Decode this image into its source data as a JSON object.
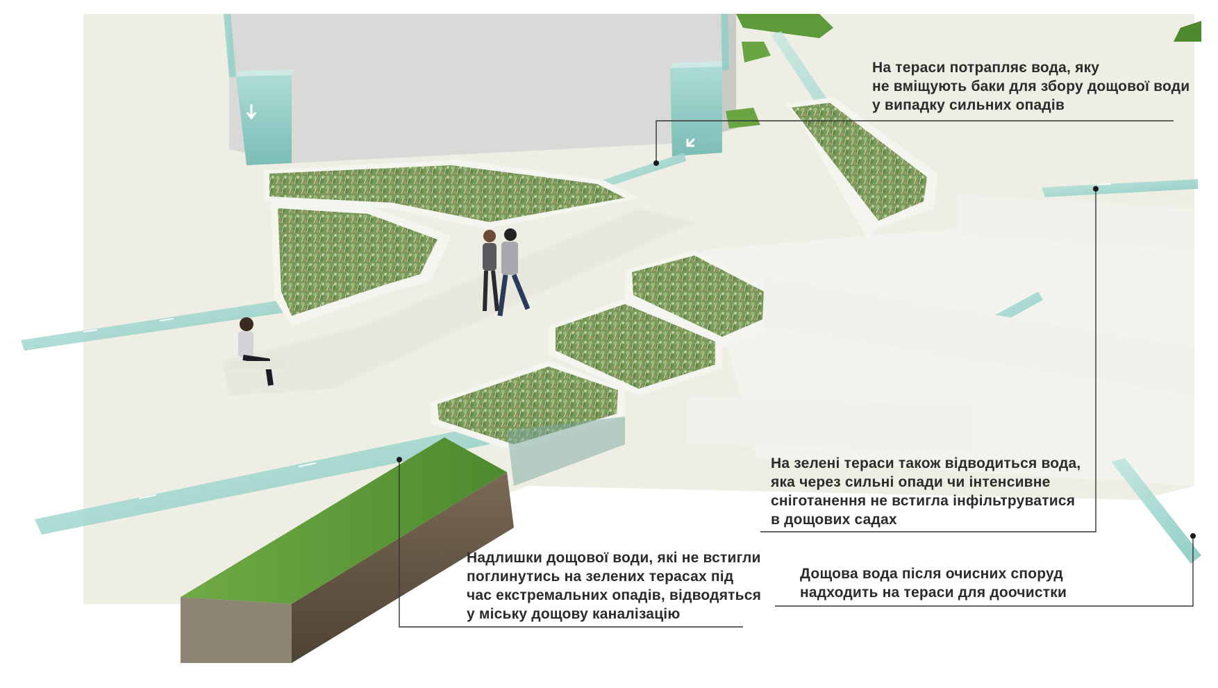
{
  "annotations": {
    "tanks_overflow": {
      "lines": [
        "На тераси потрапляє вода, яку",
        "не вміщують баки для збору дощової води",
        "у випадку сильних опадів"
      ]
    },
    "terraces_inflow": {
      "lines": [
        "На зелені тераси також відводиться вода,",
        "яка через сильні опади чи інтенсивне",
        "сніготанення не встигла інфільтруватися",
        "в дощових садах"
      ]
    },
    "excess_to_sewer": {
      "lines": [
        "Надлишки дощової води, які не встигли",
        "поглинутись на зелених терасах під",
        "час екстремальних опадів, відводяться",
        "у міську дощову каналізацію"
      ]
    },
    "after_treatment": {
      "lines": [
        "Дощова вода після очисних споруд",
        "надходить на тераси для доочистки"
      ]
    }
  },
  "colors": {
    "background": "#ffffff",
    "ground": "#efeee4",
    "building": "#d9d9d7",
    "water_channel": "#9fd6cf",
    "water_tank": "#7fc2bd",
    "grass": "#5f9a3a",
    "planting": "#6f8f4a",
    "soil": "#6b5b47",
    "leader_line": "#333333",
    "text": "#2b2b2b"
  }
}
